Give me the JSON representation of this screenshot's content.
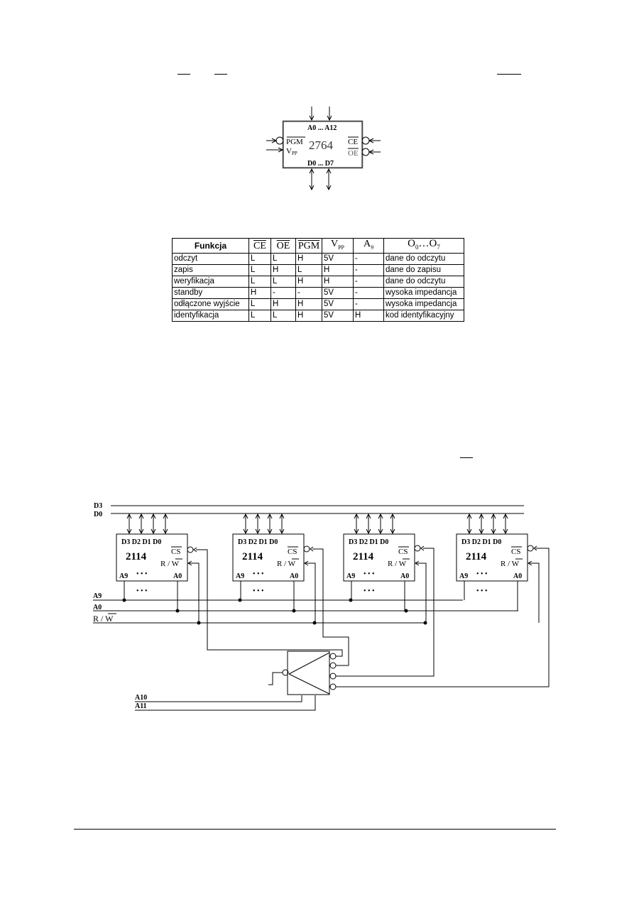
{
  "chip2764": {
    "part": "2764",
    "addr": "A0 ... A12",
    "data": "D0 ... D7",
    "pgm": "PGM",
    "vpp_v": "V",
    "vpp_sub": "PP",
    "ce": "CE",
    "oe": "OE"
  },
  "table": {
    "headers": [
      "Funkcja",
      "CE",
      "OE",
      "PGM",
      "V",
      "A",
      "O",
      "…O"
    ],
    "header_subs": {
      "vpp": "PP",
      "a9": "9",
      "o0": "0",
      "o7": "7"
    },
    "rows": [
      [
        "odczyt",
        "L",
        "L",
        "H",
        "5V",
        "-",
        "dane do odczytu"
      ],
      [
        "zapis",
        "L",
        "H",
        "L",
        "H",
        "-",
        "dane do zapisu"
      ],
      [
        "weryfikacja",
        "L",
        "L",
        "H",
        "H",
        "-",
        "dane do odczytu"
      ],
      [
        "standby",
        "H",
        "-",
        "-",
        "5V",
        "-",
        "wysoka impedancja"
      ],
      [
        "odłączone wyjście",
        "L",
        "H",
        "H",
        "5V",
        "-",
        "wysoka impedancja"
      ],
      [
        "identyfikacja",
        "L",
        "L",
        "H",
        "5V",
        "H",
        "kod identyfikacyjny"
      ]
    ]
  },
  "memory": {
    "chip_label": "2114",
    "data_pins": "D3 D2 D1 D0",
    "cs": "CS",
    "rw_r": "R / ",
    "rw_w": "W",
    "a9": "A9",
    "a0": "A0",
    "dots": "• • •",
    "bus_labels": {
      "d3": "D3",
      "d0": "D0",
      "a9": "A9",
      "a0": "A0",
      "rw": "R / W",
      "a10": "A10",
      "a11": "A11"
    }
  }
}
